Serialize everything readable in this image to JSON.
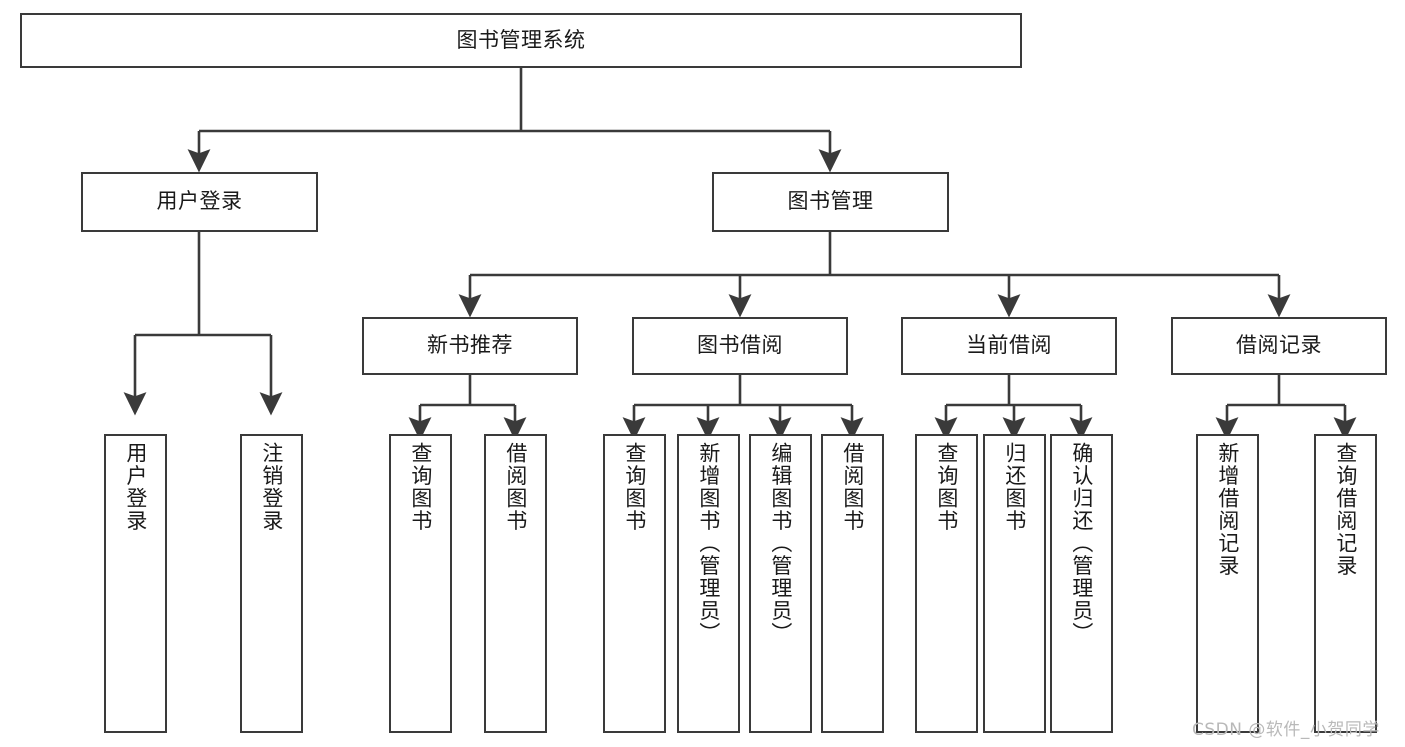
{
  "diagram": {
    "title": "图书管理系统",
    "type": "functional-structure-tree",
    "line_color": "#3a3a3a",
    "text_color": "#1a1a1a",
    "background": "#ffffff"
  },
  "nodes": {
    "root": {
      "label": "图书管理系统",
      "level": 0
    },
    "login": {
      "label": "用户登录",
      "level": 1
    },
    "book_mgmt": {
      "label": "图书管理",
      "level": 1
    },
    "new_book_rec": {
      "label": "新书推荐",
      "level": 2
    },
    "book_borrow": {
      "label": "图书借阅",
      "level": 2
    },
    "current_borrow": {
      "label": "当前借阅",
      "level": 2
    },
    "borrow_record": {
      "label": "借阅记录",
      "level": 2
    }
  },
  "leaves": {
    "login": [
      {
        "label": "用户登录"
      },
      {
        "label": "注销登录"
      }
    ],
    "new_book_rec": [
      {
        "label": "查询图书"
      },
      {
        "label": "借阅图书"
      }
    ],
    "book_borrow": [
      {
        "label": "查询图书"
      },
      {
        "label": "新增图书（管理员）"
      },
      {
        "label": "编辑图书（管理员）"
      },
      {
        "label": "借阅图书"
      }
    ],
    "current_borrow": [
      {
        "label": "查询图书"
      },
      {
        "label": "归还图书"
      },
      {
        "label": "确认归还（管理员）"
      }
    ],
    "borrow_record": [
      {
        "label": "新增借阅记录"
      },
      {
        "label": "查询借阅记录"
      }
    ]
  },
  "watermark": {
    "text": "CSDN @软件_小贺同学"
  }
}
